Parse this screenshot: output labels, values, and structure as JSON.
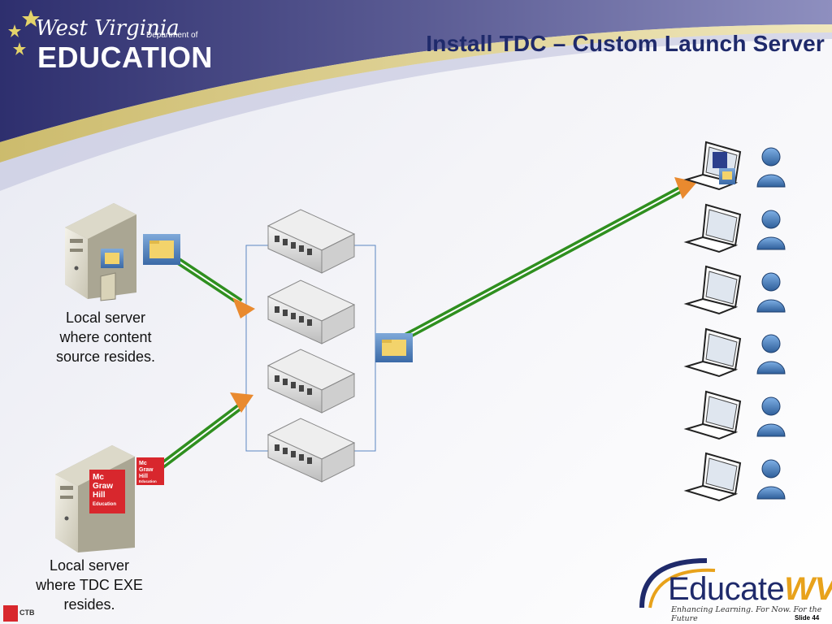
{
  "header": {
    "logo_script": "West Virginia",
    "logo_dept": "Department of",
    "logo_main": "EDUCATION"
  },
  "slide": {
    "title": "Install TDC – Custom Launch Server",
    "slide_number": "Slide 44"
  },
  "content_server": {
    "caption_lines": [
      "Local server",
      "where content",
      "source resides."
    ]
  },
  "tdc_server": {
    "caption_lines": [
      "Local server",
      "where TDC EXE",
      "resides."
    ],
    "badge_lines": [
      "Mc",
      "Graw",
      "Hill",
      "Education"
    ]
  },
  "footer": {
    "educate_part1": "Educate",
    "educate_part2": "WV",
    "tagline": "Enhancing Learning. For Now. For the Future",
    "ctb_label": "CTB"
  },
  "colors": {
    "title": "#1f2a6b",
    "header_purple": "#3b3b78",
    "header_gold": "#d6c16a",
    "arrow_green": "#2f8f1f",
    "arrowhead_orange": "#e98a2f",
    "user_blue": "#4d82c2",
    "mgh_red": "#d8272d",
    "educate_gold": "#e8a21b"
  },
  "icons": [
    "server-icon",
    "folder-icon",
    "network-switch-icon",
    "laptop-icon",
    "user-icon",
    "mcgraw-hill-logo"
  ]
}
